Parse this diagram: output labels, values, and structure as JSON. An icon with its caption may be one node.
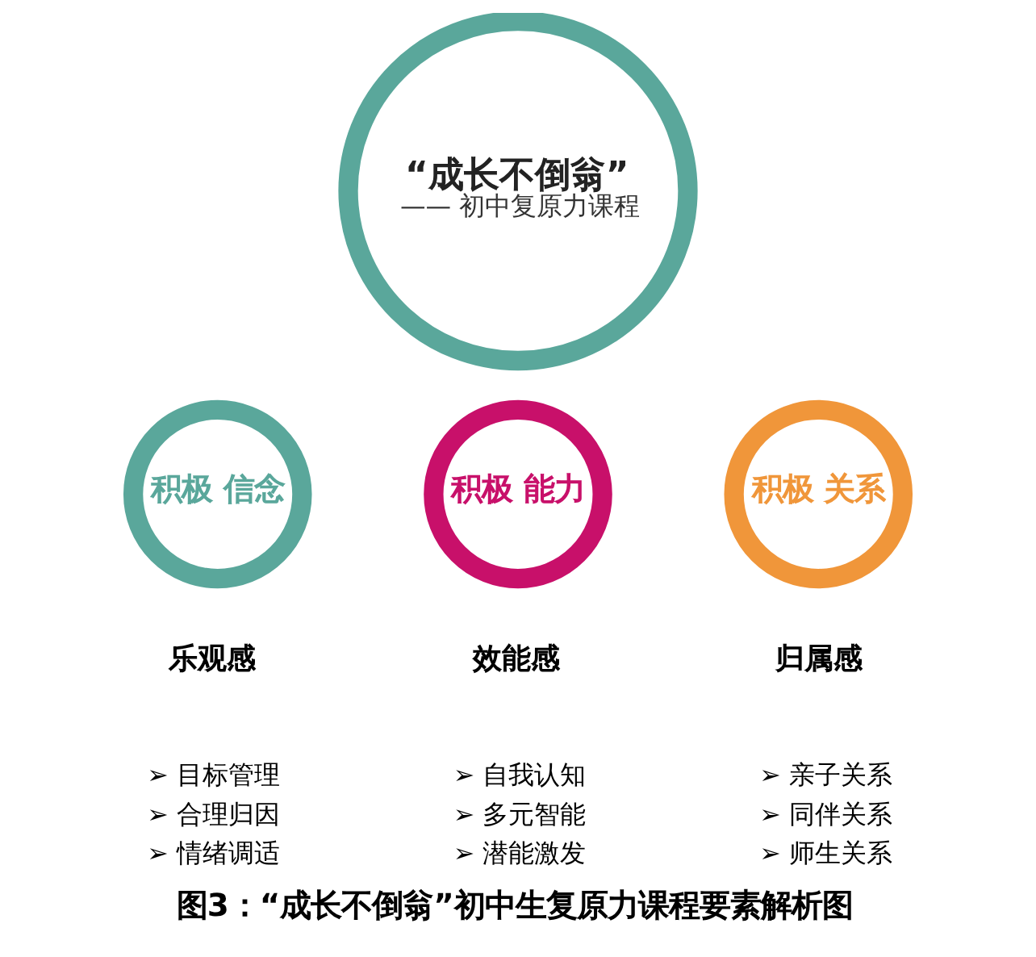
{
  "diagram": {
    "caption": "图3：“成长不倒翁”初中生复原力课程要素解析图",
    "nodes": [
      {
        "text": [
          "“成长不倒翁”",
          "—— 初中复原力课程"
        ]
      },
      {
        "text": [
          "积极 信念"
        ],
        "beside": [
          "乐观感"
        ]
      },
      {
        "text": [
          "积极 能力"
        ],
        "beside": [
          "效能感"
        ]
      },
      {
        "text": [
          "积极 关系"
        ],
        "beside": [
          "归属感"
        ]
      }
    ],
    "edges": [],
    "labels": [
      "➢ 目标管理",
      "➢ 合理归因",
      "➢ 情绪调适",
      "➢ 自我认知",
      "➢ 多元智能",
      "➢ 潜能激发",
      "➢ 亲子关系",
      "➢ 同伴关系",
      "➢ 师生关系"
    ]
  }
}
